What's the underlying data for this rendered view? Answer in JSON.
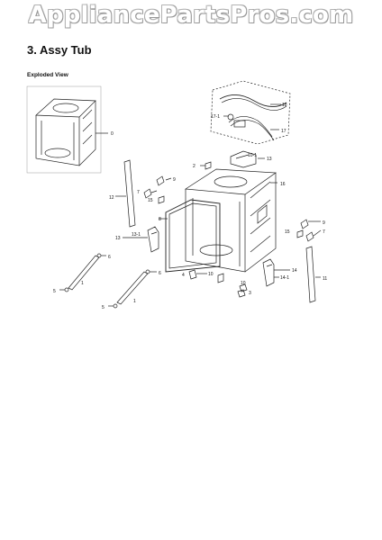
{
  "watermark": "AppliancePartsPros.com",
  "section_title": "3.  Assy Tub",
  "view_label": "Exploded View",
  "callouts": {
    "c0": "0",
    "c18": "18",
    "c17_1": "17-1",
    "c17": "17",
    "c10_1_top": "10-1",
    "c13": "13",
    "c2": "2",
    "c16": "16",
    "c9_left": "9",
    "c7_left": "7",
    "c15_left": "15",
    "c12": "12",
    "c8": "8",
    "c13_1_left": "13-1",
    "c13_left": "13",
    "c9_right": "9",
    "c15_right": "15",
    "c7_right": "7",
    "c6_top": "6",
    "c5_left": "5",
    "c1_left": "1",
    "c6_bottom": "6",
    "c5_bottom": "5",
    "c1_bottom": "1",
    "c4": "4",
    "c10_mid": "10",
    "c10_bottom": "10",
    "c3": "3",
    "c14": "14",
    "c14_1": "14-1",
    "c11": "11"
  }
}
